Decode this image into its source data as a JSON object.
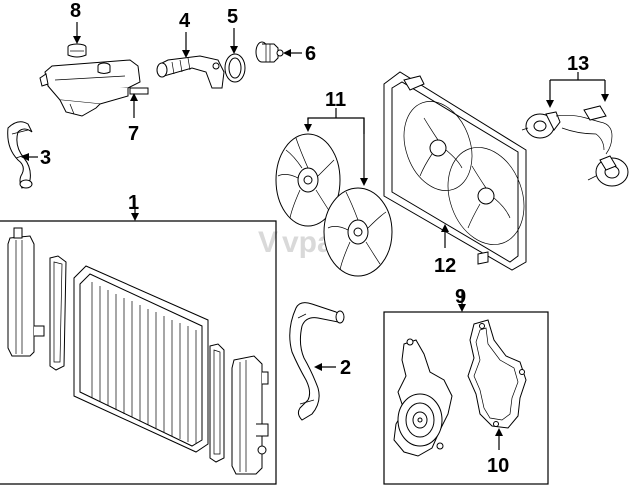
{
  "watermark": {
    "mark": "V",
    "text": "vparts",
    "color": "#d9d9d9"
  },
  "callouts": {
    "c1": "1",
    "c2": "2",
    "c3": "3",
    "c4": "4",
    "c5": "5",
    "c6": "6",
    "c7": "7",
    "c8": "8",
    "c9": "9",
    "c10": "10",
    "c11": "11",
    "c12": "12",
    "c13": "13"
  },
  "colors": {
    "line": "#000000",
    "background": "#ffffff"
  }
}
